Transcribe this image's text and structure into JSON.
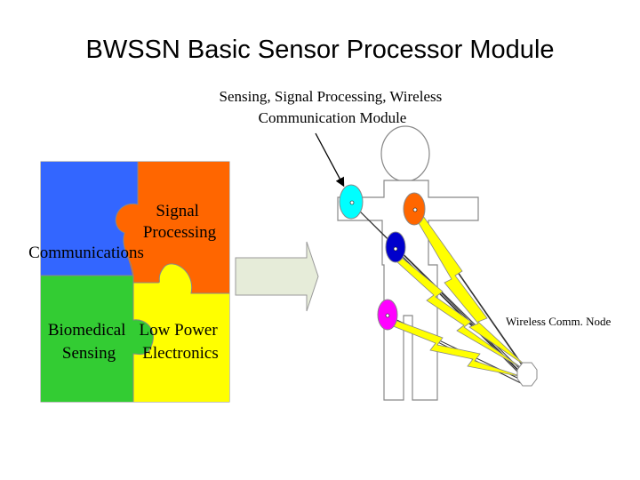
{
  "slide": {
    "title": "BWSSN Basic Sensor Processor Module"
  },
  "puzzle": {
    "pieces": [
      {
        "id": "communications",
        "lines": [
          "Communications"
        ],
        "color": "#3366ff"
      },
      {
        "id": "signal-processing",
        "lines": [
          "Signal",
          "Processing"
        ],
        "color": "#ff6600"
      },
      {
        "id": "biomedical-sensing",
        "lines": [
          "Biomedical",
          "Sensing"
        ],
        "color": "#33cc33"
      },
      {
        "id": "low-power-electronics",
        "lines": [
          "Low Power",
          "Electronics"
        ],
        "color": "#ffff00"
      }
    ]
  },
  "body": {
    "module_label_lines": [
      "Sensing, Signal Processing, Wireless",
      "Communication Module"
    ],
    "node_label": "Wireless Comm. Node",
    "sensors": [
      {
        "id": "left-shoulder",
        "color": "#00ffff"
      },
      {
        "id": "right-shoulder",
        "color": "#ff6600"
      },
      {
        "id": "chest",
        "color": "#0000cc"
      },
      {
        "id": "hip",
        "color": "#ff00ff"
      }
    ]
  },
  "colors": {
    "arrow_fill": "#e6ecd9",
    "lightning": "#ffff00",
    "outline": "#888888"
  }
}
